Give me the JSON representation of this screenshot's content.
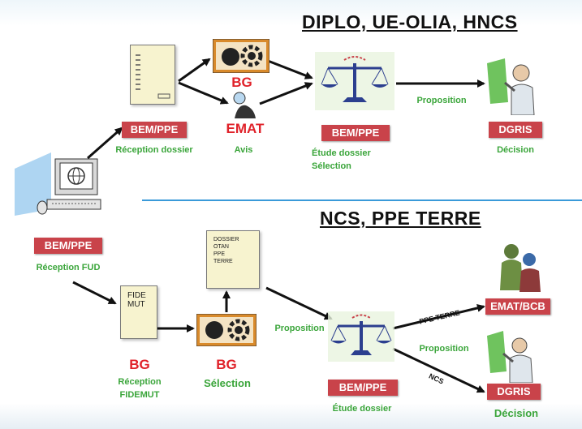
{
  "sections": {
    "top_title": "DIPLO, UE-OLIA, HNCS",
    "bottom_title": "NCS, PPE TERRE"
  },
  "left": {
    "box": "BEM/PPE",
    "label": "Réception FUD"
  },
  "top": {
    "bem_box": "BEM/PPE",
    "bem_label": "Réception dossier",
    "bg": "BG",
    "emat": "EMAT",
    "emat_label": "Avis",
    "study_box": "BEM/PPE",
    "study_label_1": "Étude dossier",
    "study_label_2": "Sélection",
    "proposition": "Proposition",
    "dgris_box": "DGRIS",
    "dgris_label": "Décision"
  },
  "bottom": {
    "fide_doc": "FIDE\nMUT",
    "dossier_doc": "DOSSIER\nOTAN\nPPE\nTERRE",
    "bg1": "BG",
    "bg1_label_1": "Réception",
    "bg1_label_2": "FIDEMUT",
    "bg2": "BG",
    "bg2_label": "Sélection",
    "proposition_1": "Proposition",
    "study_box": "BEM/PPE",
    "study_label": "Étude dossier",
    "ppe_terre": "PPE TERRE",
    "proposition_2": "Proposition",
    "ncs": "NCS",
    "emat_bcb_box": "EMAT/BCB",
    "dgris_box": "DGRIS",
    "dgris_label": "Décision"
  },
  "colors": {
    "red_box": "#c9434a",
    "green_text": "#3aa53a",
    "red_text": "#e0222a",
    "divider": "#3a9ad9"
  }
}
